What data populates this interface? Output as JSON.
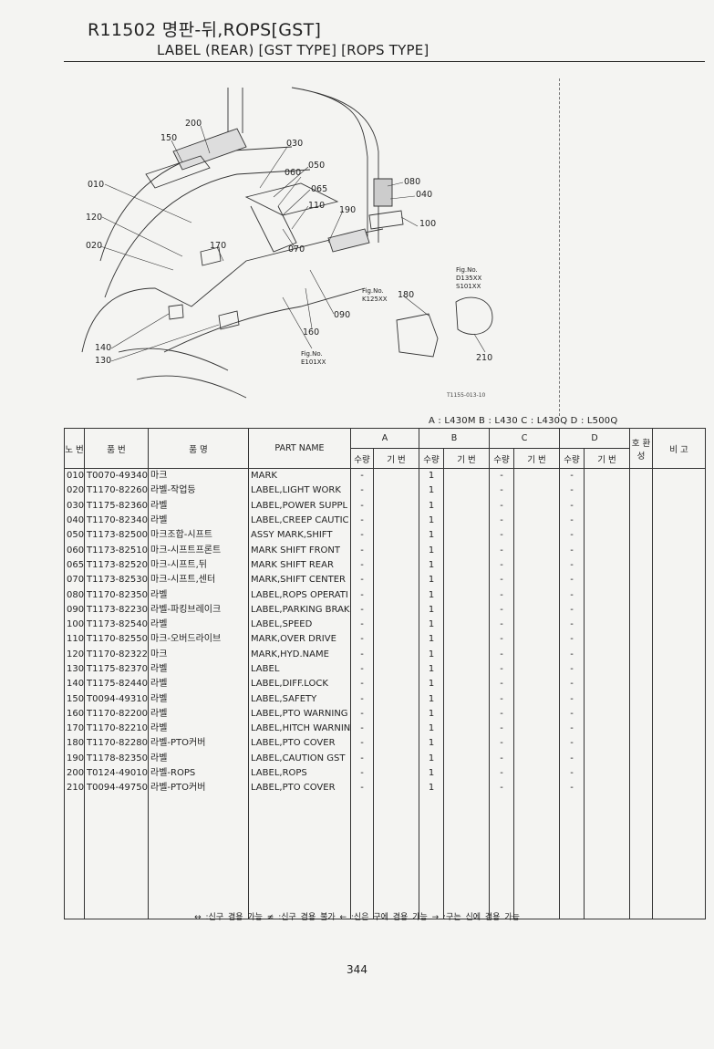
{
  "header": {
    "title": "R11502 명판-뒤,ROPS[GST]",
    "subtitle": "LABEL (REAR) [GST TYPE] [ROPS TYPE]"
  },
  "diagram": {
    "callouts": [
      "200",
      "150",
      "030",
      "050",
      "060",
      "065",
      "010",
      "110",
      "190",
      "080",
      "040",
      "120",
      "100",
      "020",
      "170",
      "070",
      "090",
      "160",
      "140",
      "130",
      "180",
      "210"
    ],
    "fig_refs": {
      "d135": [
        "Fig.No.",
        "D135XX",
        "S101XX"
      ],
      "k125": [
        "Fig.No.",
        "K125XX"
      ],
      "e101": [
        "Fig.No.",
        "E101XX"
      ]
    },
    "code": "T1155-013-10"
  },
  "models_legend": "A : L430M    B : L430    C : L430Q    D : L500Q",
  "table": {
    "headers": {
      "no": "노 번",
      "part_no": "품  번",
      "name_kr": "품  명",
      "part_name": "PART NAME",
      "group_a": "A",
      "group_b": "B",
      "group_c": "C",
      "group_d": "D",
      "qty": "수량",
      "serial": "기 번",
      "compat": "호 환 성",
      "remarks": "비 고"
    },
    "rows": [
      {
        "no": "010",
        "part": "T0070-49340",
        "kr": "마크",
        "name": "MARK",
        "a": "-",
        "b": "1",
        "c": "-",
        "d": "-"
      },
      {
        "no": "020",
        "part": "T1170-82260",
        "kr": "라벨-작업등",
        "name": "LABEL,LIGHT WORK",
        "a": "-",
        "b": "1",
        "c": "-",
        "d": "-"
      },
      {
        "no": "030",
        "part": "T1175-82360",
        "kr": "라벨",
        "name": "LABEL,POWER SUPPL",
        "a": "-",
        "b": "1",
        "c": "-",
        "d": "-"
      },
      {
        "no": "040",
        "part": "T1170-82340",
        "kr": "라벨",
        "name": "LABEL,CREEP CAUTIC",
        "a": "-",
        "b": "1",
        "c": "-",
        "d": "-"
      },
      {
        "no": "050",
        "part": "T1173-82500",
        "kr": "마크조합-시프트",
        "name": "ASSY MARK,SHIFT",
        "a": "-",
        "b": "1",
        "c": "-",
        "d": "-"
      },
      {
        "no": "060",
        "part": "T1173-82510",
        "kr": "마크-시프트프론트",
        "name": "MARK SHIFT FRONT",
        "a": "-",
        "b": "1",
        "c": "-",
        "d": "-"
      },
      {
        "no": "065",
        "part": "T1173-82520",
        "kr": "마크-시프트,뒤",
        "name": "MARK SHIFT REAR",
        "a": "-",
        "b": "1",
        "c": "-",
        "d": "-"
      },
      {
        "no": "070",
        "part": "T1173-82530",
        "kr": "마크-시프트,센터",
        "name": "MARK,SHIFT CENTER",
        "a": "-",
        "b": "1",
        "c": "-",
        "d": "-"
      },
      {
        "no": "080",
        "part": "T1170-82350",
        "kr": "라벨",
        "name": "LABEL,ROPS OPERATI",
        "a": "-",
        "b": "1",
        "c": "-",
        "d": "-"
      },
      {
        "no": "090",
        "part": "T1173-82230",
        "kr": "라벨-파킹브레이크",
        "name": "LABEL,PARKING BRAK",
        "a": "-",
        "b": "1",
        "c": "-",
        "d": "-"
      },
      {
        "no": "100",
        "part": "T1173-82540",
        "kr": "라벨",
        "name": "LABEL,SPEED",
        "a": "-",
        "b": "1",
        "c": "-",
        "d": "-"
      },
      {
        "no": "110",
        "part": "T1170-82550",
        "kr": "마크-오버드라이브",
        "name": "MARK,OVER DRIVE",
        "a": "-",
        "b": "1",
        "c": "-",
        "d": "-"
      },
      {
        "no": "120",
        "part": "T1170-82322",
        "kr": "마크",
        "name": "MARK,HYD.NAME",
        "a": "-",
        "b": "1",
        "c": "-",
        "d": "-"
      },
      {
        "no": "130",
        "part": "T1175-82370",
        "kr": "라벨",
        "name": "LABEL",
        "a": "-",
        "b": "1",
        "c": "-",
        "d": "-"
      },
      {
        "no": "140",
        "part": "T1175-82440",
        "kr": "라벨",
        "name": "LABEL,DIFF.LOCK",
        "a": "-",
        "b": "1",
        "c": "-",
        "d": "-"
      },
      {
        "no": "150",
        "part": "T0094-49310",
        "kr": "라벨",
        "name": "LABEL,SAFETY",
        "a": "-",
        "b": "1",
        "c": "-",
        "d": "-"
      },
      {
        "no": "160",
        "part": "T1170-82200",
        "kr": "라벨",
        "name": "LABEL,PTO WARNING",
        "a": "-",
        "b": "1",
        "c": "-",
        "d": "-"
      },
      {
        "no": "170",
        "part": "T1170-82210",
        "kr": "라벨",
        "name": "LABEL,HITCH WARNIN",
        "a": "-",
        "b": "1",
        "c": "-",
        "d": "-"
      },
      {
        "no": "180",
        "part": "T1170-82280",
        "kr": "라벨-PTO커버",
        "name": "LABEL,PTO COVER",
        "a": "-",
        "b": "1",
        "c": "-",
        "d": "-"
      },
      {
        "no": "190",
        "part": "T1178-82350",
        "kr": "라벨",
        "name": "LABEL,CAUTION GST",
        "a": "-",
        "b": "1",
        "c": "-",
        "d": "-"
      },
      {
        "no": "200",
        "part": "T0124-49010",
        "kr": "라벨-ROPS",
        "name": "LABEL,ROPS",
        "a": "-",
        "b": "1",
        "c": "-",
        "d": "-"
      },
      {
        "no": "210",
        "part": "T0094-49750",
        "kr": "라벨-PTO커버",
        "name": "LABEL,PTO COVER",
        "a": "-",
        "b": "1",
        "c": "-",
        "d": "-"
      }
    ]
  },
  "symbols_legend": "↔ :신구 겸용 가능    ≠ :신구 겸용 불가    ← :신은 구에 겸용 가능    → :구는 신에 겸용 가능",
  "page_number": "344"
}
